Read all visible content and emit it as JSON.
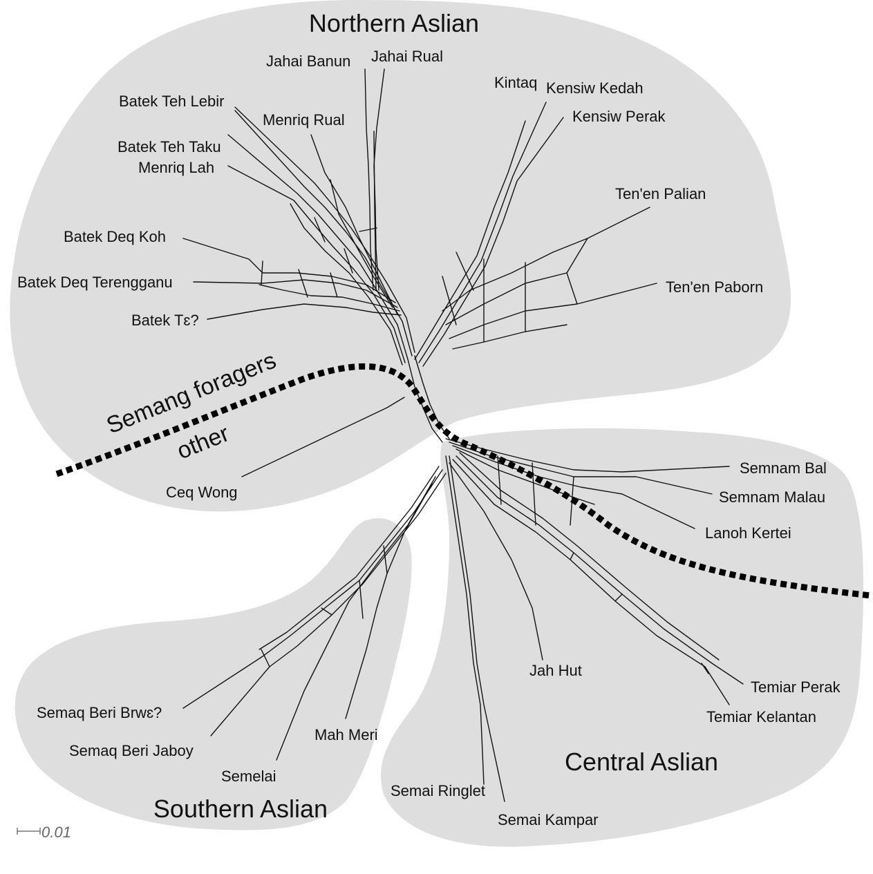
{
  "groups": {
    "northern": "Northern Aslian",
    "central": "Central Aslian",
    "southern": "Southern Aslian"
  },
  "divider": {
    "upper": "Semang foragers",
    "lower": "other"
  },
  "taxa": {
    "jahai_banun": "Jahai Banun",
    "jahai_rual": "Jahai Rual",
    "kintaq": "Kintaq",
    "kensiw_kedah": "Kensiw Kedah",
    "kensiw_perak": "Kensiw Perak",
    "batek_teh_lebir": "Batek Teh Lebir",
    "menriq_rual": "Menriq Rual",
    "batek_teh_taku": "Batek Teh Taku",
    "menriq_lah": "Menriq Lah",
    "tenen_palian": "Ten'en Palian",
    "batek_deq_koh": "Batek Deq Koh",
    "batek_deq_terengganu": "Batek Deq Terengganu",
    "tenen_paborn": "Ten'en Paborn",
    "batek_te": "Batek Tɛ?",
    "ceq_wong": "Ceq Wong",
    "semnam_bal": "Semnam Bal",
    "semnam_malau": "Semnam Malau",
    "lanoh_kertei": "Lanoh Kertei",
    "jah_hut": "Jah Hut",
    "temiar_perak": "Temiar Perak",
    "temiar_kelantan": "Temiar Kelantan",
    "semaq_beri_brwe": "Semaq Beri Brwɛ?",
    "semaq_beri_jaboy": "Semaq Beri Jaboy",
    "mah_meri": "Mah Meri",
    "semelai": "Semelai",
    "semai_ringlet": "Semai Ringlet",
    "semai_kampar": "Semai Kampar"
  },
  "scale": {
    "label": "0.01"
  }
}
